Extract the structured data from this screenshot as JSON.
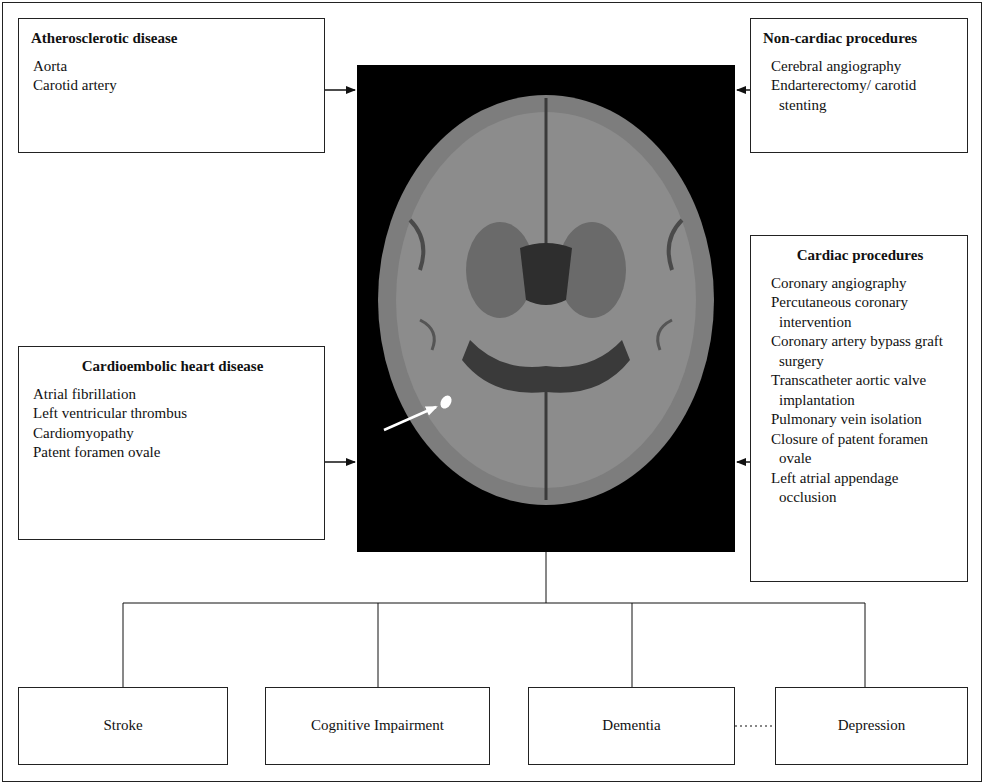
{
  "diagram": {
    "nodes": [
      {
        "text": [
          "Atherosclerotic disease",
          "Aorta",
          "Carotid artery"
        ]
      },
      {
        "text": [
          "Non-cardiac procedures",
          "Cerebral angiography",
          "Endarterectomy/ carotid stenting"
        ]
      },
      {
        "text": [
          "Cardioembolic heart disease",
          "Atrial fibrillation",
          "Left ventricular thrombus",
          "Cardiomyopathy",
          "Patent foramen ovale"
        ]
      },
      {
        "text": [
          "Cardiac procedures",
          "Coronary angiography",
          "Percutaneous coronary intervention",
          "Coronary artery bypass graft surgery",
          "Transcatheter aortic valve implantation",
          "Pulmonary vein isolation",
          "Closure of patent foramen ovale",
          "Left atrial appendage occlusion"
        ]
      },
      {
        "text": [
          "Stroke"
        ]
      },
      {
        "text": [
          "Cognitive Impairment"
        ]
      },
      {
        "text": [
          "Dementia"
        ]
      },
      {
        "text": [
          "Depression"
        ]
      }
    ],
    "edges": [
      {
        "from": 6,
        "to": 7,
        "arrow": "none"
      }
    ]
  }
}
